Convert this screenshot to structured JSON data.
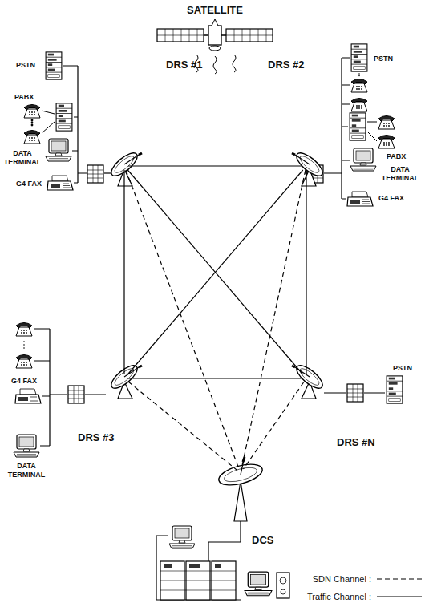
{
  "diagram": {
    "nodes": [
      {
        "text": [
          "DRS #1"
        ]
      },
      {
        "text": [
          "DRS #2"
        ]
      },
      {
        "text": [
          "DRS #3"
        ]
      },
      {
        "text": [
          "DRS #N"
        ]
      },
      {
        "text": [
          "DCS"
        ]
      }
    ],
    "edges": [
      {
        "from": 0,
        "to": 1,
        "arrow": "none"
      },
      {
        "from": 0,
        "to": 2,
        "arrow": "none"
      },
      {
        "from": 1,
        "to": 3,
        "arrow": "none"
      },
      {
        "from": 2,
        "to": 3,
        "arrow": "none"
      },
      {
        "from": 0,
        "to": 3,
        "arrow": "none"
      },
      {
        "from": 1,
        "to": 2,
        "arrow": "none"
      },
      {
        "from": 0,
        "to": 4,
        "arrow": "none"
      },
      {
        "from": 1,
        "to": 4,
        "arrow": "none"
      },
      {
        "from": 2,
        "to": 4,
        "arrow": "none"
      },
      {
        "from": 3,
        "to": 4,
        "arrow": "none"
      }
    ],
    "labels": [
      "SATELLITE",
      "PSTN",
      "PABX",
      "DATA TERMINAL",
      "G4 FAX",
      "PSTN",
      "PABX",
      "DATA TERMINAL",
      "G4 FAX",
      "G4 FAX",
      "DATA TERMINAL",
      "PSTN"
    ],
    "legend": [
      {
        "text": "SDN Channel :"
      },
      {
        "text": "Traffic Channel :"
      }
    ]
  }
}
